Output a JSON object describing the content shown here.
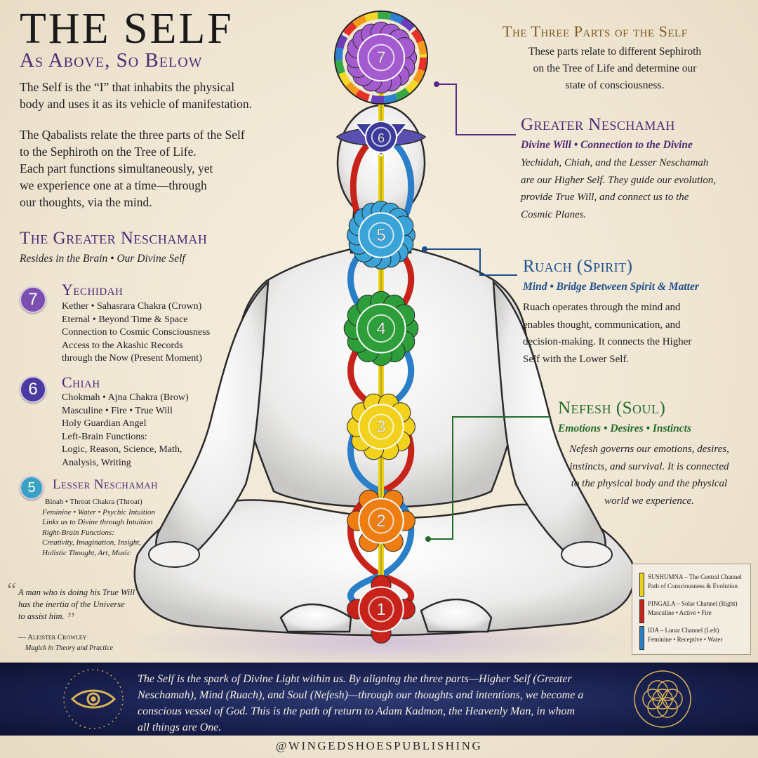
{
  "header": {
    "title": "THE SELF",
    "subtitle": "As Above, So Below",
    "intro_lines": [
      "The Self is the “I” that inhabits the physical",
      "body and uses it as its vehicle of manifestation."
    ],
    "qabalist_lines": [
      "The Qabalists relate the three parts of the Self",
      "to the Sephiroth on the Tree of Life.",
      "Each part functions simultaneously, yet",
      "we experience one at a time—through",
      "our thoughts, via the mind."
    ]
  },
  "greater_section": {
    "heading": "The Greater Neschamah",
    "subheading": "Resides in the Brain • Our Divine Self",
    "parts": [
      {
        "number": "7",
        "name": "Yechidah",
        "color": "#7b4fb0",
        "lines": [
          "Kether  •  Sahasrara Chakra (Crown)",
          "Eternal  •  Beyond Time & Space",
          "Connection to Cosmic Consciousness",
          "Access to the Akashic Records",
          "through the Now (Present Moment)"
        ]
      },
      {
        "number": "6",
        "name": "Chiah",
        "color": "#4b3aa0",
        "lines": [
          "Chokmah  •  Ajna Chakra (Brow)",
          "Masculine  •  Fire  •  True Will",
          "Holy Guardian Angel",
          "Left-Brain Functions:",
          "Logic, Reason, Science, Math,",
          "Analysis, Writing"
        ]
      },
      {
        "number": "5",
        "name": "Lesser Neschamah",
        "color": "#3aa3c4",
        "lines": [
          "Binah  •  Throat Chakra (Throat)",
          "Feminine • Water • Psychic Intuition",
          "Links us to Divine through Intuition",
          "Right-Brain Functions:",
          "Creativity, Imagination, Insight,",
          "Holistic Thought, Art, Music"
        ]
      }
    ]
  },
  "quote": {
    "lines": [
      "A man who is doing his True Will",
      "has the inertia of the Universe",
      "to assist him."
    ],
    "author": "— Aleister Crowley",
    "source": "Magick in Theory and Practice"
  },
  "three_parts": {
    "heading": "The Three Parts of the Self",
    "body_lines": [
      "These parts relate to different Sephiroth",
      "on the Tree of Life and determine our",
      "state of consciousness."
    ]
  },
  "parts_right": {
    "greater": {
      "heading": "Greater Neschamah",
      "sub": "Divine Will • Connection to the Divine",
      "lines": [
        "Yechidah, Chiah, and the Lesser Neschamah",
        "are our Higher Self. They guide our evolution,",
        "provide True Will, and connect us to the",
        "Cosmic Planes."
      ]
    },
    "ruach": {
      "heading": "Ruach (Spirit)",
      "sub": "Mind • Bridge Between Spirit & Matter",
      "lines": [
        "Ruach operates through the mind and",
        "enables thought, communication, and",
        "decision-making. It connects the Higher",
        "Self with the Lower Self."
      ]
    },
    "nefesh": {
      "heading": "Nefesh (Soul)",
      "sub": "Emotions • Desires • Instincts",
      "lines": [
        "Nefesh governs our emotions, desires,",
        "instincts, and survival. It is connected",
        "to the physical body and the physical",
        "world we experience."
      ]
    }
  },
  "chakras": [
    {
      "number": "7",
      "color": "#a45bd0"
    },
    {
      "number": "6",
      "color": "#3c3a9a"
    },
    {
      "number": "5",
      "color": "#3aa3d8"
    },
    {
      "number": "4",
      "color": "#2e9e3a"
    },
    {
      "number": "3",
      "color": "#f2d21c"
    },
    {
      "number": "2",
      "color": "#ee7d12"
    },
    {
      "number": "1",
      "color": "#c8231b"
    }
  ],
  "legend": [
    {
      "label": "SUSHUMNA – The Central Channel",
      "sub": "Path of Consciousness & Evolution",
      "color": "#e8d21c"
    },
    {
      "label": "PINGALA – Solar Channel (Right)",
      "sub": "Masculine • Active • Fire",
      "color": "#c8231b"
    },
    {
      "label": "IDA – Lunar Channel (Left)",
      "sub": "Feminine • Receptive • Water",
      "color": "#2a7fc8"
    }
  ],
  "banner": {
    "lines": [
      "The Self is the spark of Divine Light within us. By aligning the three parts—Higher Self (Greater",
      "Neschamah), Mind (Ruach), and Soul (Nefesh)—through our thoughts and intentions, we become a",
      "conscious vessel of God. This is the path of return to Adam Kadmon, the Heavenly Man, in whom",
      "all things are One."
    ]
  },
  "footer": {
    "handle": "@WINGEDSHOESPUBLISHING"
  },
  "colors": {
    "purple": "#4e2a72",
    "blue": "#1d4f8c",
    "green": "#236b2a",
    "gold": "#7a5a1e",
    "banner": "#1a2150"
  }
}
